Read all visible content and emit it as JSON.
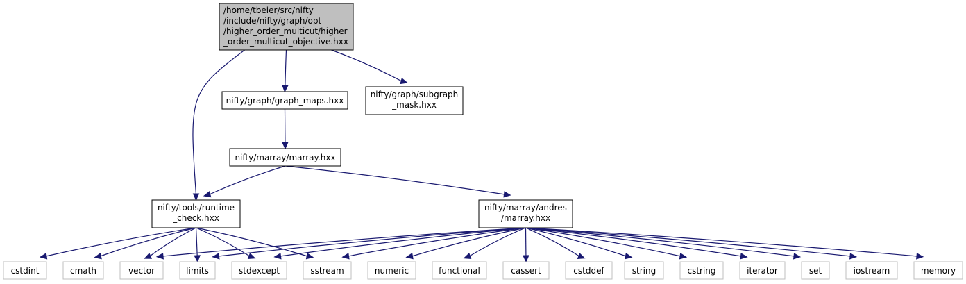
{
  "diagram": {
    "colors": {
      "edge": "#191970",
      "main_node_fill": "#bfbfbf",
      "node_border": "#000000",
      "system_node_border": "#bfbfbf"
    },
    "nodes": {
      "main": {
        "lines": [
          "/home/tbeier/src/nifty",
          "/include/nifty/graph/opt",
          "/higher_order_multicut/higher",
          "_order_multicut_objective.hxx"
        ]
      },
      "graph_maps": {
        "lines": [
          "nifty/graph/graph_maps.hxx"
        ]
      },
      "subgraph_mask": {
        "lines": [
          "nifty/graph/subgraph",
          "_mask.hxx"
        ]
      },
      "marray": {
        "lines": [
          "nifty/marray/marray.hxx"
        ]
      },
      "runtime_check": {
        "lines": [
          "nifty/tools/runtime",
          "_check.hxx"
        ]
      },
      "andres_marray": {
        "lines": [
          "nifty/marray/andres",
          "/marray.hxx"
        ]
      },
      "cstdint": {
        "lines": [
          "cstdint"
        ]
      },
      "cmath": {
        "lines": [
          "cmath"
        ]
      },
      "vector": {
        "lines": [
          "vector"
        ]
      },
      "limits": {
        "lines": [
          "limits"
        ]
      },
      "stdexcept": {
        "lines": [
          "stdexcept"
        ]
      },
      "sstream": {
        "lines": [
          "sstream"
        ]
      },
      "numeric": {
        "lines": [
          "numeric"
        ]
      },
      "functional": {
        "lines": [
          "functional"
        ]
      },
      "cassert": {
        "lines": [
          "cassert"
        ]
      },
      "cstddef": {
        "lines": [
          "cstddef"
        ]
      },
      "string": {
        "lines": [
          "string"
        ]
      },
      "cstring": {
        "lines": [
          "cstring"
        ]
      },
      "iterator": {
        "lines": [
          "iterator"
        ]
      },
      "set": {
        "lines": [
          "set"
        ]
      },
      "iostream": {
        "lines": [
          "iostream"
        ]
      },
      "memory": {
        "lines": [
          "memory"
        ]
      }
    },
    "edges": [
      [
        "main",
        "graph_maps"
      ],
      [
        "main",
        "subgraph_mask"
      ],
      [
        "main",
        "runtime_check"
      ],
      [
        "graph_maps",
        "marray"
      ],
      [
        "marray",
        "runtime_check"
      ],
      [
        "marray",
        "andres_marray"
      ],
      [
        "runtime_check",
        "cstdint"
      ],
      [
        "runtime_check",
        "cmath"
      ],
      [
        "runtime_check",
        "vector"
      ],
      [
        "runtime_check",
        "limits"
      ],
      [
        "runtime_check",
        "stdexcept"
      ],
      [
        "runtime_check",
        "sstream"
      ],
      [
        "andres_marray",
        "vector"
      ],
      [
        "andres_marray",
        "limits"
      ],
      [
        "andres_marray",
        "stdexcept"
      ],
      [
        "andres_marray",
        "sstream"
      ],
      [
        "andres_marray",
        "numeric"
      ],
      [
        "andres_marray",
        "functional"
      ],
      [
        "andres_marray",
        "cassert"
      ],
      [
        "andres_marray",
        "cstddef"
      ],
      [
        "andres_marray",
        "string"
      ],
      [
        "andres_marray",
        "cstring"
      ],
      [
        "andres_marray",
        "iterator"
      ],
      [
        "andres_marray",
        "set"
      ],
      [
        "andres_marray",
        "iostream"
      ],
      [
        "andres_marray",
        "memory"
      ]
    ]
  }
}
